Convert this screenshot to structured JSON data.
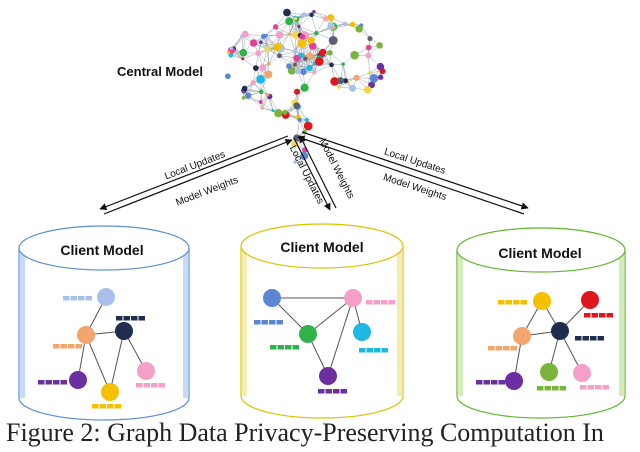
{
  "central": {
    "label": "Central Model"
  },
  "arrows": {
    "local_updates": "Local Updates",
    "model_weights": "Model Weights"
  },
  "clients": [
    {
      "label": "Client Model",
      "color": "#5b8ed6",
      "edge": "#9fc3f0"
    },
    {
      "label": "Client Model",
      "color": "#d8c400",
      "edge": "#eee07a"
    },
    {
      "label": "Client Model",
      "color": "#63b52c",
      "edge": "#b7e08f"
    }
  ],
  "palette": {
    "blue": "#5a86d4",
    "lightblue": "#a9c1ea",
    "peach": "#f2a66e",
    "navy": "#1f2d4f",
    "purple": "#6b2fa0",
    "gold": "#f5c000",
    "pink": "#f5a0c8",
    "green": "#2fb24c",
    "cyan": "#1fb7e3",
    "red": "#e0161f",
    "olive": "#7ab43c",
    "slate": "#5a5f73",
    "yellow": "#f2d64e",
    "magenta": "#e53f95"
  },
  "caption": "Figure 2: Graph Data Privacy-Preserving Computation In"
}
